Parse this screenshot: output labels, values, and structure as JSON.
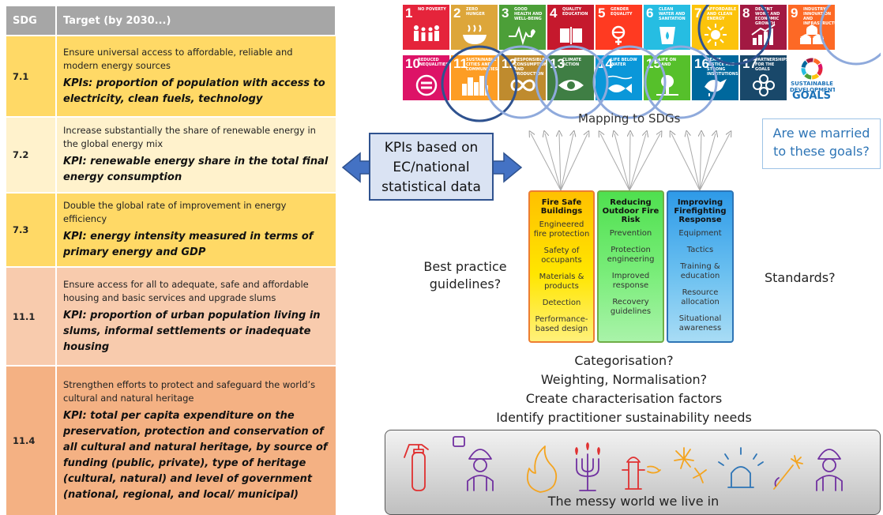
{
  "table": {
    "headers": {
      "sdg": "SDG",
      "target": "Target (by 2030...)"
    },
    "rows": [
      {
        "code": "7.1",
        "target": "Ensure universal access to affordable, reliable and modern energy sources",
        "kpi": "KPIs: proportion of population with access to electricity, clean fuels, technology",
        "color": "#ffd966"
      },
      {
        "code": "7.2",
        "target": "Increase substantially the share of renewable energy in the global energy mix",
        "kpi": "KPI: renewable energy share in the total final energy consumption",
        "color": "#fff2cc"
      },
      {
        "code": "7.3",
        "target": "Double the global rate of improvement in energy efficiency",
        "kpi": "KPI: energy intensity measured in terms of primary energy and GDP",
        "color": "#ffd966"
      },
      {
        "code": "11.1",
        "target": "Ensure access for all to adequate, safe and affordable housing and basic services and upgrade slums",
        "kpi": "KPI: proportion of urban population living in slums, informal settlements or inadequate housing",
        "color": "#f8cbad"
      },
      {
        "code": "11.4",
        "target": "Strengthen efforts to protect and safeguard the world’s cultural and natural heritage",
        "kpi": "KPI: total per capita expenditure on the preservation, protection and conservation of all cultural and natural heritage, by source of funding (public, private), type of heritage (cultural, natural) and level of government (national, regional, and local/ municipal)",
        "color": "#f4b183"
      }
    ]
  },
  "kpi_box": {
    "line1": "KPIs based on",
    "line2": "EC/national",
    "line3": "statistical data"
  },
  "sdg_tiles": [
    {
      "num": "1",
      "label": "No poverty",
      "color": "#e5243b",
      "icon": "family-icon"
    },
    {
      "num": "2",
      "label": "Zero hunger",
      "color": "#dda63a",
      "icon": "bowl-icon"
    },
    {
      "num": "3",
      "label": "Good health and well-being",
      "color": "#4c9f38",
      "icon": "heartbeat-icon"
    },
    {
      "num": "4",
      "label": "Quality education",
      "color": "#c5192d",
      "icon": "book-icon"
    },
    {
      "num": "5",
      "label": "Gender equality",
      "color": "#ff3a21",
      "icon": "gender-icon"
    },
    {
      "num": "6",
      "label": "Clean water and sanitation",
      "color": "#26bde2",
      "icon": "water-icon"
    },
    {
      "num": "7",
      "label": "Affordable and clean energy",
      "color": "#fcc30b",
      "icon": "sun-icon"
    },
    {
      "num": "8",
      "label": "Decent work and economic growth",
      "color": "#a21942",
      "icon": "growth-icon"
    },
    {
      "num": "9",
      "label": "Industry, innovation and infrastructure",
      "color": "#fd6925",
      "icon": "cubes-icon"
    },
    {
      "num": "10",
      "label": "Reduced inequalities",
      "color": "#dd1367",
      "icon": "equal-icon"
    },
    {
      "num": "11",
      "label": "Sustainable cities and communities",
      "color": "#fd9d24",
      "icon": "city-icon"
    },
    {
      "num": "12",
      "label": "Responsible consumption and production",
      "color": "#bf8b2e",
      "icon": "infinity-icon"
    },
    {
      "num": "13",
      "label": "Climate action",
      "color": "#3f7e44",
      "icon": "eye-icon"
    },
    {
      "num": "14",
      "label": "Life below water",
      "color": "#0a97d9",
      "icon": "fish-icon"
    },
    {
      "num": "15",
      "label": "Life on land",
      "color": "#56c02b",
      "icon": "tree-icon"
    },
    {
      "num": "16",
      "label": "Peace, justice and strong institutions",
      "color": "#00689d",
      "icon": "dove-icon"
    },
    {
      "num": "17",
      "label": "Partnerships for the goals",
      "color": "#19486a",
      "icon": "flower-icon"
    }
  ],
  "sdg_logo": {
    "line1": "SUSTAINABLE",
    "line2": "DEVELOPMENT",
    "line3": "GOALS"
  },
  "mapping_label": "Mapping to SDGs",
  "question_box": {
    "line1": "Are we married",
    "line2": "to these goals?"
  },
  "best_practice": {
    "line1": "Best practice",
    "line2": "guidelines?"
  },
  "standards": "Standards?",
  "framework": [
    {
      "title": "Fire Safe Buildings",
      "items": [
        "Engineered fire protection",
        "Safety of occupants",
        "Materials & products",
        "Detection",
        "Performance-based design"
      ]
    },
    {
      "title": "Reducing Outdoor Fire Risk",
      "items": [
        "Prevention",
        "Protection engineering",
        "Improved response",
        "Recovery guidelines"
      ]
    },
    {
      "title": "Improving Firefighting Response",
      "items": [
        "Equipment",
        "Tactics",
        "Training & education",
        "Resource allocation",
        "Situational awareness"
      ]
    }
  ],
  "bottom_lines": {
    "categorisation": "Categorisation?",
    "weighting": "Weighting, Normalisation?",
    "characterisation": "Create characterisation factors",
    "identify": "Identify practitioner sustainability needs"
  },
  "messy_world": {
    "label": "The messy world we live in",
    "icons": [
      "fire-extinguisher-icon",
      "firefighter-icon",
      "flame-icon",
      "candelabra-icon",
      "hydrant-icon",
      "fireworks-icon",
      "siren-icon",
      "sparkler-icon",
      "firefighter-icon"
    ]
  }
}
